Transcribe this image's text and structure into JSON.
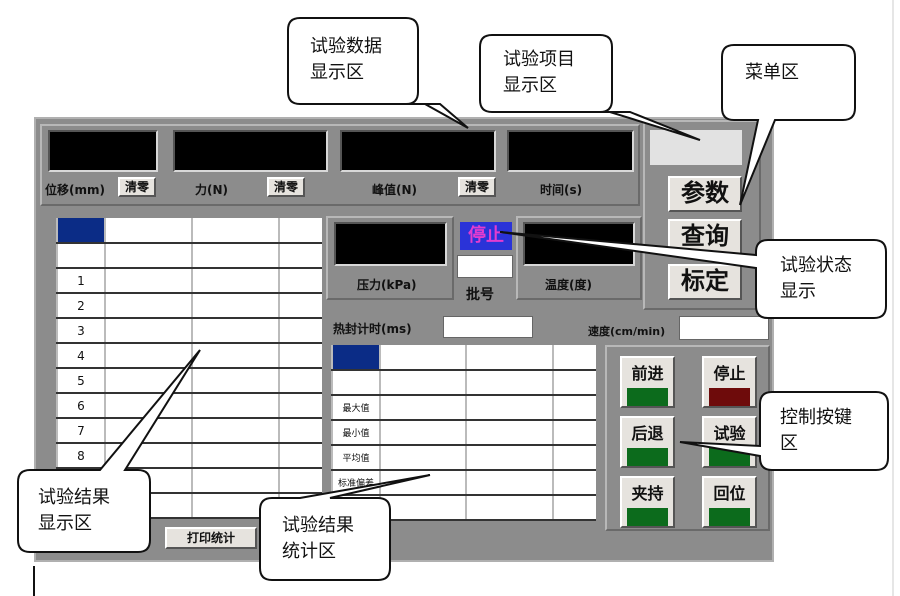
{
  "displays": {
    "displacement_label": "位移(mm)",
    "force_label": "力(N)",
    "peak_label": "峰值(N)",
    "time_label": "时间(s)",
    "zero_label": "清零"
  },
  "menu": {
    "items": [
      "参数",
      "查询",
      "标定"
    ]
  },
  "status": {
    "pressure_label": "压力(kPa)",
    "state": "停止",
    "batch_label": "批号",
    "temperature_label": "温度(度)",
    "batch_value": ""
  },
  "fields": {
    "seal_time_label": "热封计时(ms)",
    "speed_label": "速度(cm/min)",
    "seal_time_value": "",
    "speed_value": ""
  },
  "results_table": {
    "row_numbers": [
      "1",
      "2",
      "3",
      "4",
      "5",
      "6",
      "7",
      "8"
    ]
  },
  "stats_table": {
    "row_labels": [
      "最大值",
      "最小值",
      "平均值",
      "标准偏差"
    ]
  },
  "print_label": "打印统计",
  "controls": [
    {
      "label": "前进",
      "lamp": "#0c6b1c"
    },
    {
      "label": "停止",
      "lamp": "#6e0b0b"
    },
    {
      "label": "后退",
      "lamp": "#0c6b1c"
    },
    {
      "label": "试验",
      "lamp": "#0c6b1c"
    },
    {
      "label": "夹持",
      "lamp": "#0c6b1c"
    },
    {
      "label": "回位",
      "lamp": "#0c6b1c"
    }
  ],
  "callouts": {
    "data_area": "试验数据\n显示区",
    "item_area": "试验项目\n显示区",
    "menu_area": "菜单区",
    "status_area": "试验状态\n显示",
    "control_area": "控制按键\n区",
    "result_area": "试验结果\n显示区",
    "stats_area": "试验结果\n统计区"
  }
}
